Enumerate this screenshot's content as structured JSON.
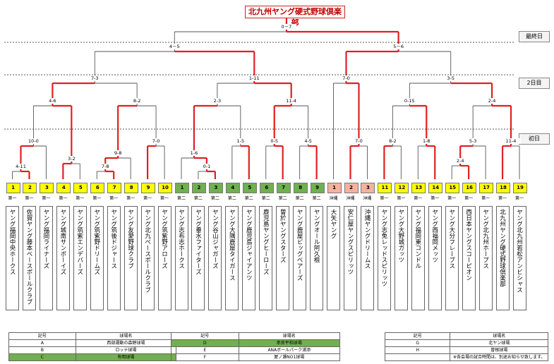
{
  "title": "北九州ヤング硬式野球倶楽部",
  "rounds": {
    "final": "最終日",
    "day2": "2日目",
    "day1": "初日"
  },
  "colors": {
    "accent": "#e02020",
    "line": "#555555",
    "yellow": "#ffff00",
    "green": "#70b050",
    "pink": "#f4b2a0"
  },
  "teams": [
    {
      "seed": "1",
      "venue": "第一",
      "name": "ヤング福岡中央ホークス",
      "color": "yellow"
    },
    {
      "seed": "2",
      "venue": "第一",
      "name": "佐賀ヤング藤本ベースボールクラブ",
      "color": "yellow"
    },
    {
      "seed": "3",
      "venue": "第一",
      "name": "ヤング福岡ライナーズ",
      "color": "yellow"
    },
    {
      "seed": "4",
      "venue": "第一",
      "name": "ヤング城南サンボーイズ",
      "color": "yellow"
    },
    {
      "seed": "5",
      "venue": "第一",
      "name": "ヤング筑紫エンデバーズ",
      "color": "yellow"
    },
    {
      "seed": "6",
      "venue": "第一",
      "name": "ヤング筑紫野ドリームズ",
      "color": "yellow"
    },
    {
      "seed": "7",
      "venue": "第一",
      "name": "ヤング筑後ドジャース",
      "color": "yellow"
    },
    {
      "seed": "8",
      "venue": "第一",
      "name": "ヤング友愛野球クラブ",
      "color": "yellow"
    },
    {
      "seed": "9",
      "venue": "第一",
      "name": "ヤング北九ベースボールクラブ",
      "color": "yellow"
    },
    {
      "seed": "10",
      "venue": "第一",
      "name": "ヤング筑紫野アローズ",
      "color": "yellow"
    },
    {
      "seed": "1",
      "venue": "第二",
      "name": "ヤング志布志ホークス",
      "color": "green"
    },
    {
      "seed": "2",
      "venue": "第二",
      "name": "ヤング垂水ファイターズ",
      "color": "green"
    },
    {
      "seed": "3",
      "venue": "第二",
      "name": "ヤング谷山ジャガーズ",
      "color": "green"
    },
    {
      "seed": "4",
      "venue": "第二",
      "name": "ヤング大隅鹿屋タイガース",
      "color": "green"
    },
    {
      "seed": "5",
      "venue": "第二",
      "name": "ヤング鹿児島ジャイアンツ",
      "color": "green"
    },
    {
      "seed": "6",
      "venue": "第二",
      "name": "鹿児島ヤングヒーローズ",
      "color": "green"
    },
    {
      "seed": "7",
      "venue": "第二",
      "name": "曽於ヤングスターズ",
      "color": "green"
    },
    {
      "seed": "8",
      "venue": "第二",
      "name": "ヤング鹿屋ビッグベアーズ",
      "color": "green"
    },
    {
      "seed": "9",
      "venue": "第二",
      "name": "ヤングオール阿久根",
      "color": "green"
    },
    {
      "seed": "1",
      "venue": "沖縄",
      "name": "大矢ヤング",
      "color": "pink"
    },
    {
      "seed": "2",
      "venue": "沖縄",
      "name": "安仁屋ヤングスピリッツ",
      "color": "pink"
    },
    {
      "seed": "3",
      "venue": "沖縄",
      "name": "沖縄ヤングドリームス",
      "color": "pink"
    },
    {
      "seed": "11",
      "venue": "第一",
      "name": "ヤング志免レッドスピリッツ",
      "color": "yellow"
    },
    {
      "seed": "12",
      "venue": "第一",
      "name": "ヤング大野城ガッツ",
      "color": "yellow"
    },
    {
      "seed": "13",
      "venue": "第一",
      "name": "ヤング福岡東コンドル",
      "color": "yellow"
    },
    {
      "seed": "14",
      "venue": "第一",
      "name": "ヤング西福岡メッツ",
      "color": "yellow"
    },
    {
      "seed": "15",
      "venue": "第一",
      "name": "ヤング大分フレーブス",
      "color": "yellow"
    },
    {
      "seed": "16",
      "venue": "第一",
      "name": "西日本ヤングスコーピオン",
      "color": "yellow"
    },
    {
      "seed": "17",
      "venue": "第一",
      "name": "ヤング北九州ホープス",
      "color": "yellow"
    },
    {
      "seed": "18",
      "venue": "第一",
      "name": "北九州ヤング硬式野球倶楽部",
      "color": "yellow"
    },
    {
      "seed": "19",
      "venue": "第一",
      "name": "ヤング北九州若松アンビシャス",
      "color": "yellow"
    }
  ],
  "scores": {
    "final": "0－7",
    "sf_left": "4－5",
    "sf_right": "5－6",
    "d2_a": "7-3",
    "d2_b": "1-11",
    "d2_c": "7-0",
    "d2_d": "3-5",
    "d2_e": "4-6",
    "d2_f": "8-2",
    "d2_g": "2-3",
    "d2_h": "11-4",
    "d2_i": "0-15",
    "d2_j": "2-4",
    "d1_1": "4-11",
    "d1_2": "10-0",
    "d1_3": "3-2",
    "d1_4": "7-8",
    "d1_5": "9-8",
    "d1_6": "7-0",
    "d1_7": "0-1",
    "d1_8": "1-6",
    "d1_9": "1-5",
    "d1_10": "0-5",
    "d1_11": "4-5",
    "d1_12": "7-0",
    "d1_13": "8-2",
    "d1_14": "1-8",
    "d1_15": "2-4",
    "d1_16": "5-3",
    "d1_17": "11-4"
  },
  "legend": {
    "header_code": "記号",
    "header_venue": "球場名",
    "groups": [
      {
        "rows": [
          {
            "code": "A",
            "venue": "西部運動の森野球場",
            "hl": false
          },
          {
            "code": "B",
            "venue": "ロッテ球場",
            "hl": false
          },
          {
            "code": "C",
            "venue": "有明球場",
            "hl": true
          }
        ]
      },
      {
        "rows": [
          {
            "code": "D",
            "venue": "串良平和球場",
            "hl": true
          },
          {
            "code": "E",
            "venue": "ANAボールパーク浦添",
            "hl": false
          },
          {
            "code": "F",
            "venue": "屋ノ瀬NO1球場",
            "hl": false
          }
        ]
      },
      {
        "rows": [
          {
            "code": "G",
            "venue": "北ヤン球場",
            "hl": false
          },
          {
            "code": "H",
            "venue": "曽根球場",
            "hl": false
          },
          {
            "code": "",
            "venue": "※各会場の試合時間は、別途お知らせ致します。",
            "hl": false
          }
        ]
      }
    ]
  }
}
